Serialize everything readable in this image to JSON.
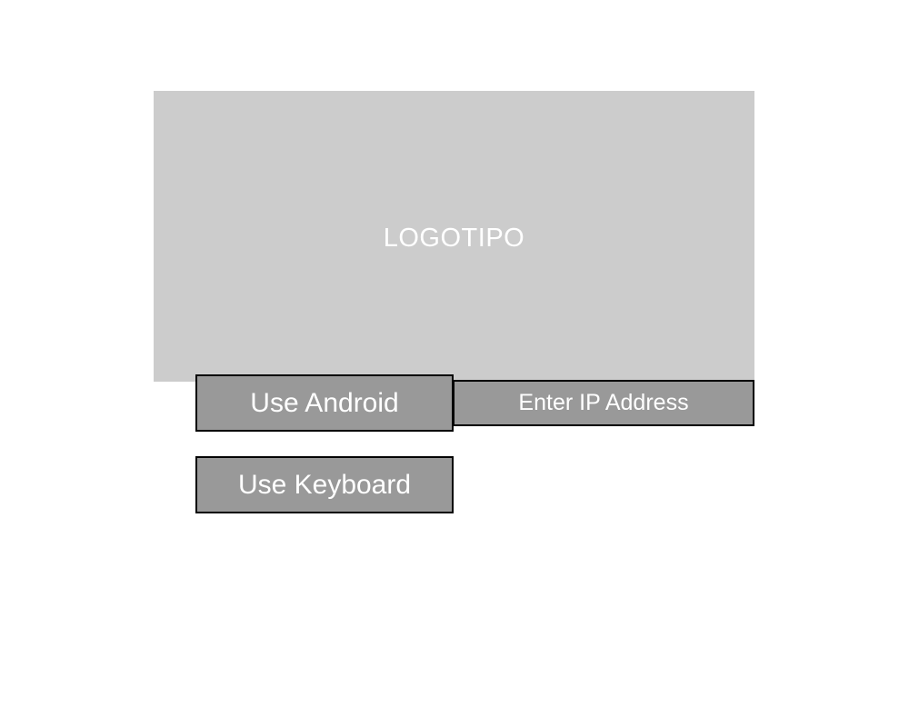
{
  "logo": {
    "text": "LOGOTIPO"
  },
  "buttons": {
    "use_android": "Use Android",
    "use_keyboard": "Use Keyboard"
  },
  "ip_input": {
    "placeholder": "Enter IP Address"
  },
  "colors": {
    "background": "#ffffff",
    "logo_panel": "#cccccc",
    "button_fill": "#999999",
    "button_border": "#000000",
    "text": "#ffffff"
  }
}
